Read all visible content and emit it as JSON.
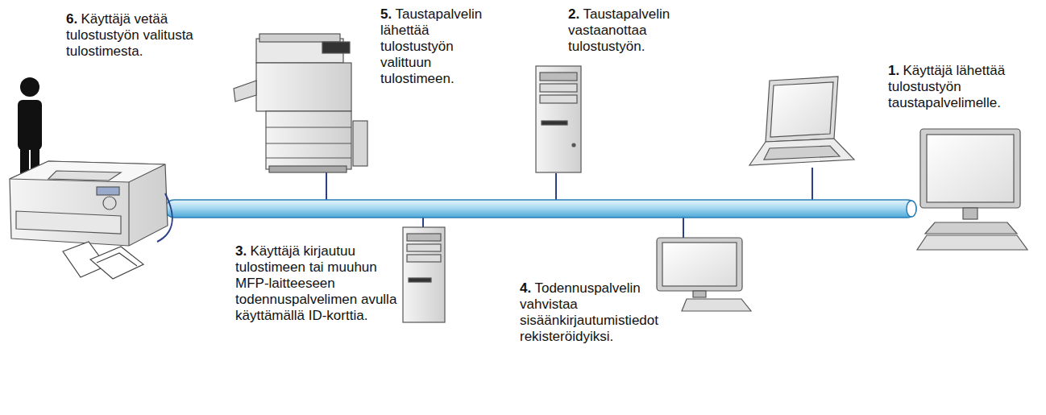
{
  "diagram": {
    "labels": [
      "6.",
      "Käyttäjä vetää tulostustyön valitusta tulostimesta.",
      "5.",
      "Taustapalvelin lähettää tulostustyön valittuun tulostimeen.",
      "2.",
      "Taustapalvelin vastaanottaa tulostustyön.",
      "1.",
      "Käyttäjä lähettää tulostustyön taustapalvelimelle.",
      "3.",
      "Käyttäjä kirjautuu tulostimeen tai muuhun MFP-laitteeseen todennuspalvelimen avulla käyttämällä ID-korttia.",
      "4.",
      "Todennuspalvelin vahvistaa sisäänkirjautumistiedot rekisteröidyiksi."
    ]
  }
}
